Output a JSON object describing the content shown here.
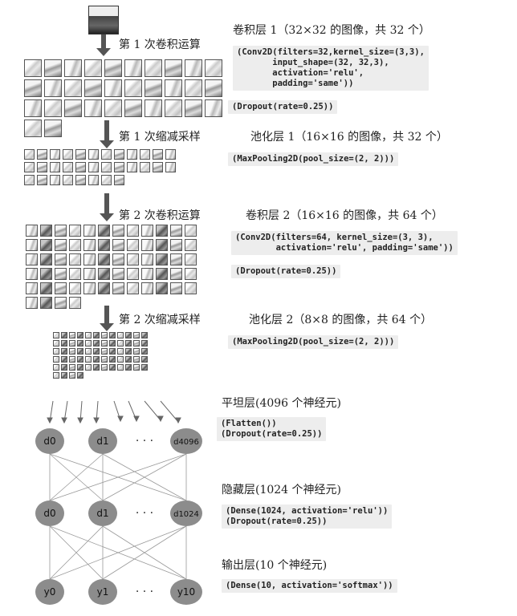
{
  "input_image": {
    "icon": "input-image-thumbnail"
  },
  "steps": {
    "conv1": "第 1 次卷积运算",
    "pool1": "第  1  次缩减采样",
    "conv2": "第  2  次卷积运算",
    "pool2": "第  2  次缩减采样"
  },
  "layers": {
    "conv1": {
      "title": "卷积层 1（32×32 的图像，共 32 个）",
      "code": "(Conv2D(filters=32,kernel_size=(3,3),\n       input_shape=(32, 32,3),\n       activation='relu',\n       padding='same'))",
      "dropout": "(Dropout(rate=0.25))"
    },
    "pool1": {
      "title": "池化层  1（16×16 的图像，共 32 个）",
      "code": "(MaxPooling2D(pool_size=(2, 2)))"
    },
    "conv2": {
      "title": "卷积层 2（16×16 的图像，共 64 个）",
      "code": "(Conv2D(filters=64, kernel_size=(3, 3),\n        activation='relu', padding='same'))",
      "dropout": "(Dropout(rate=0.25))"
    },
    "pool2": {
      "title": "池化层  2（8×8 的图像，共 64 个）",
      "code": "(MaxPooling2D(pool_size=(2, 2)))"
    },
    "flatten": {
      "title": "平坦层(4096 个神经元)",
      "code": "(Flatten())\n(Dropout(rate=0.25))",
      "neurons": [
        "d0",
        "d1",
        "d4096"
      ]
    },
    "hidden": {
      "title": "隐藏层(1024 个神经元)",
      "code": "(Dense(1024, activation='relu'))\n(Dropout(rate=0.25))",
      "neurons": [
        "d0",
        "d1",
        "d1024"
      ]
    },
    "output": {
      "title": "输出层(10 个神经元)",
      "code": "(Dense(10, activation='softmax'))",
      "neurons": [
        "y0",
        "y1",
        "y10"
      ]
    }
  },
  "ellipsis": "· · ·",
  "colors": {
    "neuron": "#8c8c8c",
    "code_bg": "#ededed",
    "arrow": "#555555"
  }
}
